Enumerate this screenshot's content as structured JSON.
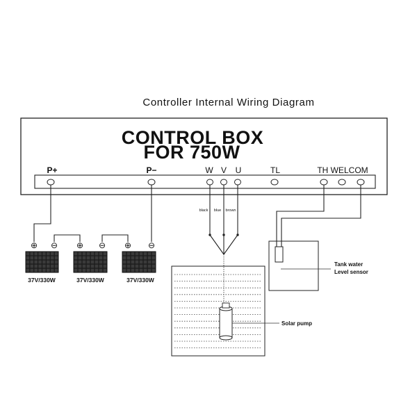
{
  "diagram": {
    "title": "Controller Internal Wiring Diagram",
    "control_box": {
      "line1": "CONTROL BOX",
      "line2": "FOR 750W"
    },
    "terminals": {
      "p_plus": "P+",
      "p_minus": "P−",
      "w": "W",
      "v": "V",
      "u": "U",
      "tl": "TL",
      "th_welcom": "TH WELCOM"
    },
    "wire_labels": {
      "black": "black",
      "blue": "blue",
      "brown": "brown"
    },
    "solar_panels": [
      {
        "label": "37V/330W"
      },
      {
        "label": "37V/330W"
      },
      {
        "label": "37V/330W"
      }
    ],
    "polarity": {
      "plus": "⊕",
      "minus": "⊖"
    },
    "tank_sensor_label_line1": "Tank water",
    "tank_sensor_label_line2": "Level sensor",
    "solar_pump_label": "Solar pump"
  }
}
